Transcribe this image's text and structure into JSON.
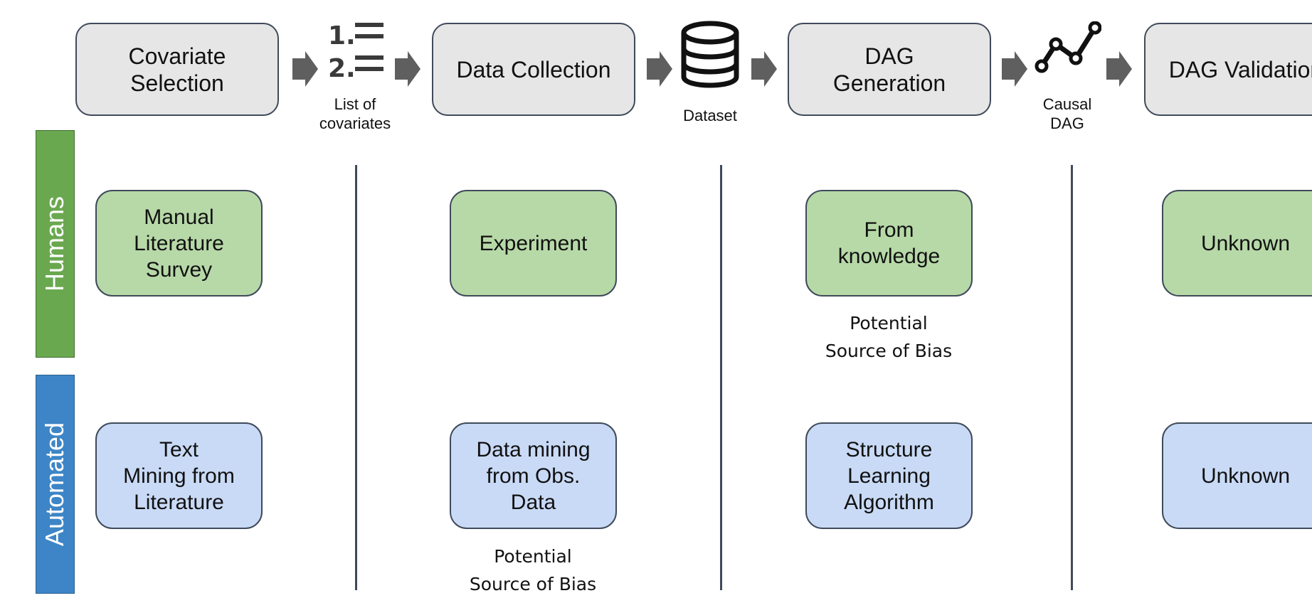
{
  "stages": [
    {
      "label": "Covariate\nSelection"
    },
    {
      "label": "Data Collection"
    },
    {
      "label": "DAG\nGeneration"
    },
    {
      "label": "DAG Validation"
    }
  ],
  "artifacts": [
    {
      "icon": "numbered-list-icon",
      "caption": "List of\ncovariates"
    },
    {
      "icon": "database-icon",
      "caption": "Dataset"
    },
    {
      "icon": "graph-line-icon",
      "caption": "Causal\nDAG"
    }
  ],
  "lanes": {
    "humans": "Humans",
    "automated": "Automated"
  },
  "human_methods": [
    "Manual\nLiterature\nSurvey",
    "Experiment",
    "From\nknowledge",
    "Unknown"
  ],
  "automated_methods": [
    "Text\nMining from\nLiterature",
    "Data mining\nfrom Obs.\nData",
    "Structure\nLearning\nAlgorithm",
    "Unknown"
  ],
  "bias_notes": [
    "Potential\nSource of Bias",
    "Potential\nSource of Bias"
  ],
  "colors": {
    "humans_band": "#6aa84f",
    "automated_band": "#3d85c6",
    "human_box": "#b7d9a8",
    "automated_box": "#c9daf6",
    "stage_box": "#e6e6e6",
    "arrow": "#5f5f5f",
    "divider": "#3f4a5a"
  }
}
